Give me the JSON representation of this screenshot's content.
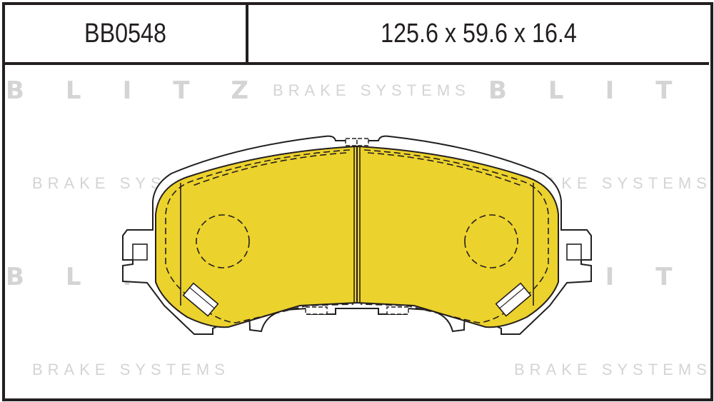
{
  "header": {
    "part_number": "BB0548",
    "dimensions": "125.6 x 59.6 x 16.4"
  },
  "watermark": {
    "brand": "BLITZ",
    "tagline": "BRAKE SYSTEMS"
  },
  "colors": {
    "friction_material": "#ecd22c",
    "outline": "#231f20",
    "watermark": "#d4d4d4"
  }
}
